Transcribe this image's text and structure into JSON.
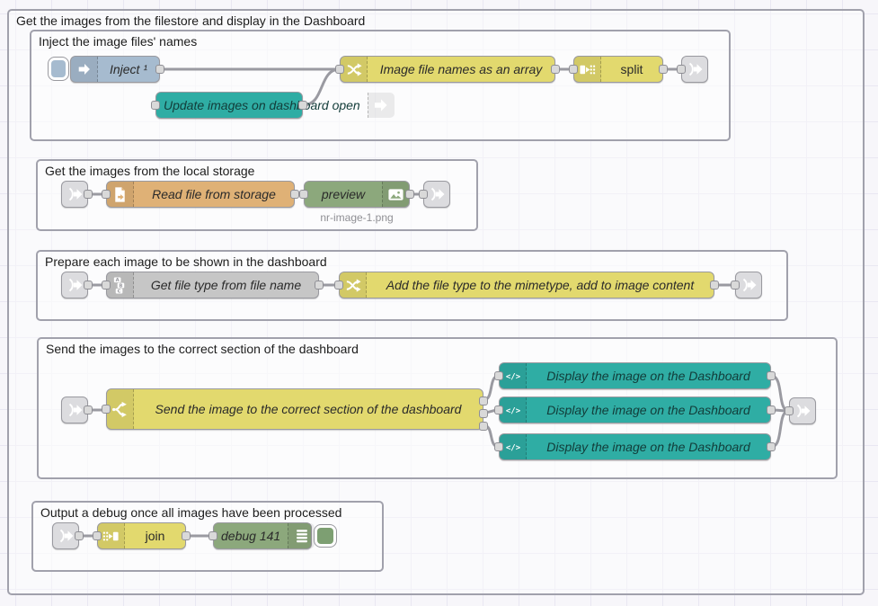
{
  "colors": {
    "canvas_bg": "#f7f6fa",
    "grid_line": "#e9e7f2",
    "group_border": "#a1a1ac",
    "wire": "#9a9aa1",
    "node_inject": "#a6bbcf",
    "node_dashboard_teal": "#2fada4",
    "node_yellow": "#e2d96e",
    "node_file_orange": "#dfb176",
    "node_green": "#8ca87c",
    "node_gray": "#c6c6c6",
    "node_link": "#dcdcdf",
    "debug_toggle_green": "#7d9f72"
  },
  "outer_group": {
    "title": "Get the images from the filestore and display in the Dashboard"
  },
  "groups": {
    "inject": {
      "title": "Inject the image files' names"
    },
    "storage": {
      "title": "Get the images from the local storage"
    },
    "prepare": {
      "title": "Prepare each image to be shown in the dashboard"
    },
    "send": {
      "title": "Send the images to the correct section of the dashboard"
    },
    "debug": {
      "title": "Output a debug once all images have been processed"
    }
  },
  "nodes": {
    "inject": {
      "label": "Inject ¹"
    },
    "update_button": {
      "label": "Update images on dashboard open"
    },
    "filenames_change": {
      "label": "Image file names as an array"
    },
    "split": {
      "label": "split"
    },
    "read_file": {
      "label": "Read file from storage"
    },
    "preview": {
      "label": "preview",
      "status": "nr-image-1.png"
    },
    "file_type": {
      "label": "Get file type from file name"
    },
    "mimetype_change": {
      "label": "Add the file type to the mimetype, add to image content"
    },
    "switch_send": {
      "label": "Send the image to the correct section of the dashboard"
    },
    "display1": {
      "label": "Display the image on the Dashboard"
    },
    "display2": {
      "label": "Display the image on the Dashboard"
    },
    "display3": {
      "label": "Display the image on the Dashboard"
    },
    "join": {
      "label": "join"
    },
    "debug": {
      "label": "debug 141"
    }
  }
}
